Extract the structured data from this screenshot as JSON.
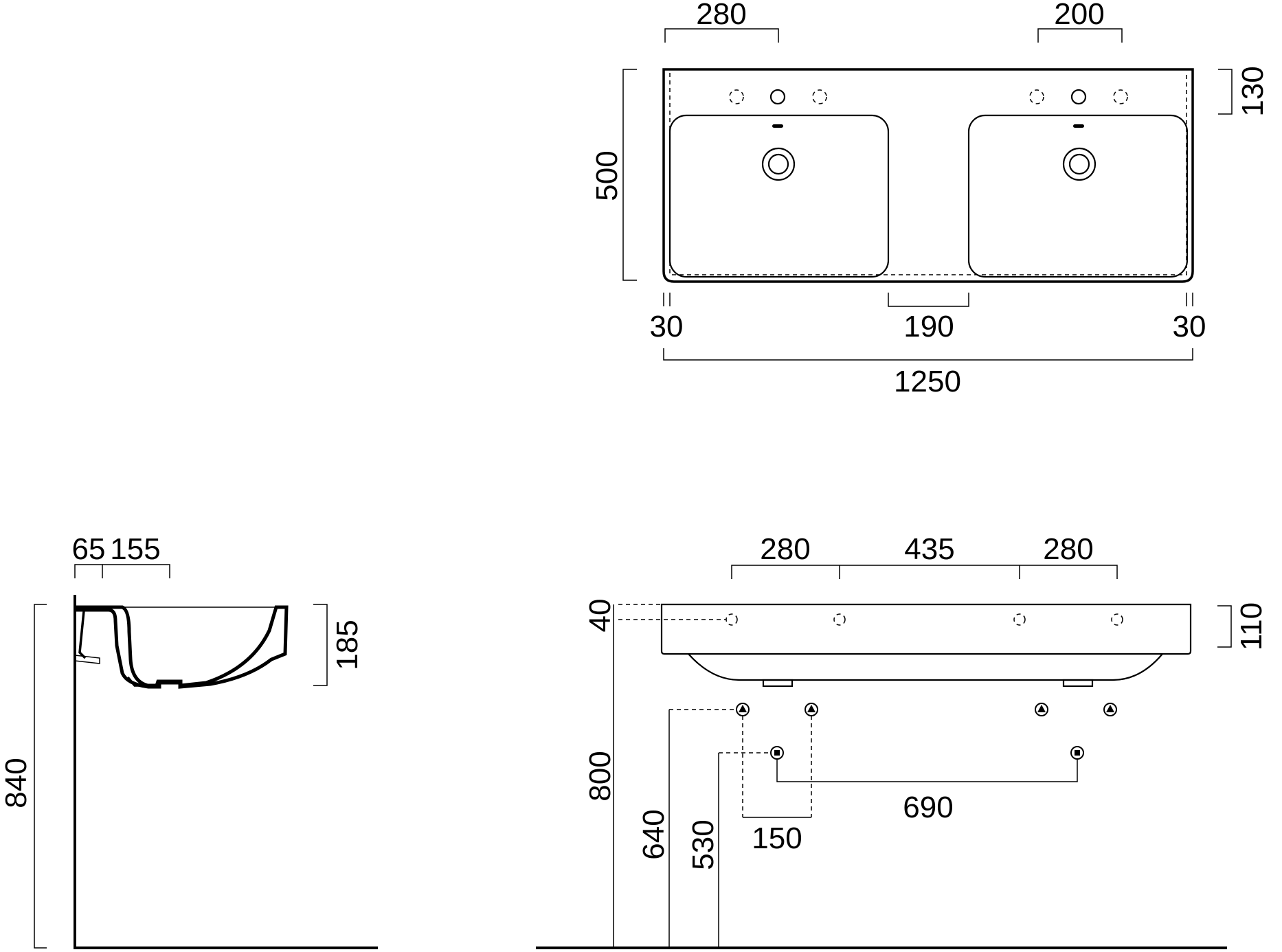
{
  "top_view": {
    "tap_spacing_left": "280",
    "tap_spacing_right": "200",
    "depth": "500",
    "tap_row_offset": "130",
    "left_margin": "30",
    "center_gap": "190",
    "right_margin": "30",
    "overall_width": "1250"
  },
  "side_view": {
    "wall_offset": "65",
    "bowl_offset": "155",
    "basin_height": "185",
    "mounting_height": "840"
  },
  "front_view": {
    "spacing_left": "280",
    "spacing_center": "435",
    "spacing_right": "280",
    "top_offset": "40",
    "basin_thickness": "110",
    "top_height": "800",
    "supply_height": "640",
    "waste_height": "530",
    "supply_spacing": "150",
    "waste_spacing": "690"
  }
}
